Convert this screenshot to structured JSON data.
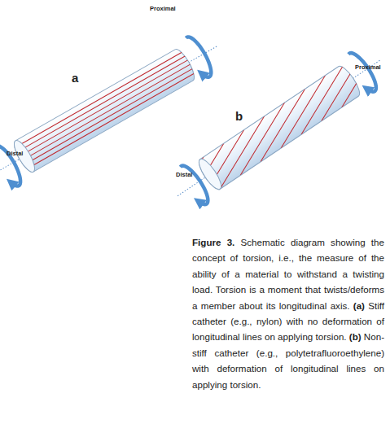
{
  "diagram": {
    "caption": "Figure 3. Schematic diagram showing the concept of torsion, i.e., the measure of the ability of a material to withstand a twisting load. Torsion is a moment that twists/deforms a member about its longitudinal axis. (a) Stiff catheter (e.g., nylon) with no deformation of longitudinal lines on applying torsion. (b) Non-stiff catheter (e.g., polytetrafluoroethylene) with deformation of longitudinal lines on applying torsion.",
    "labels": [
      "Proximal",
      "a",
      "Distal",
      "Proximal",
      "b",
      "Distal"
    ]
  }
}
